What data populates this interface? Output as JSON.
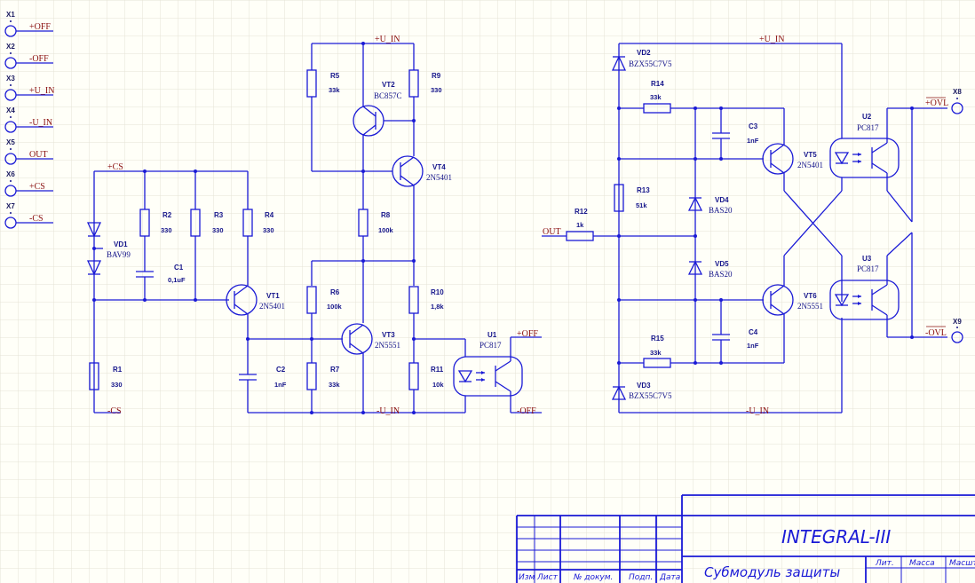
{
  "ports": [
    {
      "id": "X1",
      "net": "+OFF"
    },
    {
      "id": "X2",
      "net": "-OFF"
    },
    {
      "id": "X3",
      "net": "+U_IN"
    },
    {
      "id": "X4",
      "net": "-U_IN"
    },
    {
      "id": "X5",
      "net": "OUT"
    },
    {
      "id": "X6",
      "net": "+CS"
    },
    {
      "id": "X7",
      "net": "-CS"
    }
  ],
  "out_ports": [
    {
      "id": "X8",
      "net": "+OVL"
    },
    {
      "id": "X9",
      "net": "-OVL"
    }
  ],
  "nets": {
    "plus_cs": "+CS",
    "minus_cs": "-CS",
    "plus_uin": "+U_IN",
    "minus_uin": "-U_IN",
    "plus_off": "+OFF",
    "minus_off": "-OFF",
    "out": "OUT"
  },
  "resistors": {
    "R1": {
      "label": "R1",
      "value": "330"
    },
    "R2": {
      "label": "R2",
      "value": "330"
    },
    "R3": {
      "label": "R3",
      "value": "330"
    },
    "R4": {
      "label": "R4",
      "value": "330"
    },
    "R5": {
      "label": "R5",
      "value": "33k"
    },
    "R6": {
      "label": "R6",
      "value": "100k"
    },
    "R7": {
      "label": "R7",
      "value": "33k"
    },
    "R8": {
      "label": "R8",
      "value": "100k"
    },
    "R9": {
      "label": "R9",
      "value": "330"
    },
    "R10": {
      "label": "R10",
      "value": "1,8k"
    },
    "R11": {
      "label": "R11",
      "value": "10k"
    },
    "R12": {
      "label": "R12",
      "value": "1k"
    },
    "R13": {
      "label": "R13",
      "value": "51k"
    },
    "R14": {
      "label": "R14",
      "value": "33k"
    },
    "R15": {
      "label": "R15",
      "value": "33k"
    }
  },
  "capacitors": {
    "C1": {
      "label": "C1",
      "value": "0,1uF"
    },
    "C2": {
      "label": "C2",
      "value": "1nF"
    },
    "C3": {
      "label": "C3",
      "value": "1nF"
    },
    "C4": {
      "label": "C4",
      "value": "1nF"
    }
  },
  "transistors": {
    "VT1": {
      "label": "VT1",
      "part": "2N5401"
    },
    "VT2": {
      "label": "VT2",
      "part": "BC857C"
    },
    "VT3": {
      "label": "VT3",
      "part": "2N5551"
    },
    "VT4": {
      "label": "VT4",
      "part": "2N5401"
    },
    "VT5": {
      "label": "VT5",
      "part": "2N5401"
    },
    "VT6": {
      "label": "VT6",
      "part": "2N5551"
    }
  },
  "diodes": {
    "VD1": {
      "label": "VD1",
      "part": "BAV99"
    },
    "VD2": {
      "label": "VD2",
      "part": "BZX55C7V5"
    },
    "VD3": {
      "label": "VD3",
      "part": "BZX55C7V5"
    },
    "VD4": {
      "label": "VD4",
      "part": "BAS20"
    },
    "VD5": {
      "label": "VD5",
      "part": "BAS20"
    }
  },
  "optos": {
    "U1": {
      "label": "U1",
      "part": "PC817"
    },
    "U2": {
      "label": "U2",
      "part": "PC817"
    },
    "U3": {
      "label": "U3",
      "part": "PC817"
    }
  },
  "title_block": {
    "title": "INTEGRAL-III",
    "subtitle": "Субмодуль защиты",
    "cols": [
      "Изм",
      "Лист",
      "№ докум.",
      "Подп.",
      "Дата"
    ],
    "right_cols": [
      "Лит.",
      "Масса",
      "Масшт"
    ]
  },
  "colors": {
    "wire": "#1a1ad6",
    "net_label": "#8a1010",
    "background": "#fffff8",
    "grid": "#e6e3d6"
  }
}
